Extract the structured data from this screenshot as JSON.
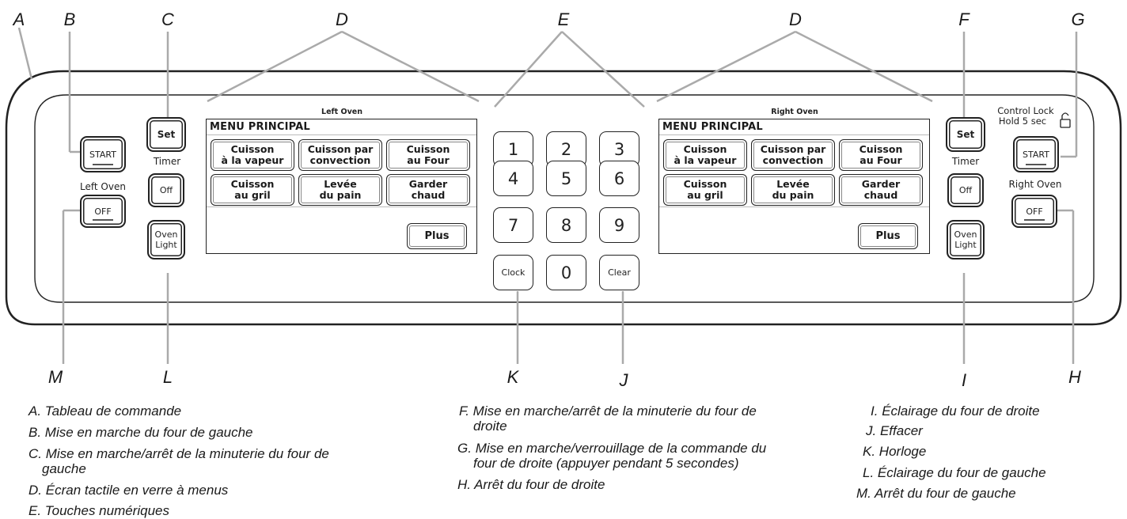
{
  "callouts": {
    "A": "A",
    "B": "B",
    "C": "C",
    "D_left": "D",
    "E": "E",
    "D_right": "D",
    "F": "F",
    "G": "G",
    "M": "M",
    "L": "L",
    "K": "K",
    "J": "J",
    "I": "I",
    "H": "H"
  },
  "left_panel": {
    "start": "START",
    "left_oven_label": "Left Oven",
    "off": "OFF",
    "set": "Set",
    "timer_label": "Timer",
    "timer_off": "Off",
    "oven_light_line1": "Oven",
    "oven_light_line2": "Light"
  },
  "right_panel": {
    "start": "START",
    "control_lock_line1": "Control Lock",
    "control_lock_line2": "Hold 5 sec",
    "right_oven_label": "Right Oven",
    "off": "OFF",
    "set": "Set",
    "timer_label": "Timer",
    "timer_off": "Off",
    "oven_light_line1": "Oven",
    "oven_light_line2": "Light"
  },
  "screens": {
    "left": {
      "label": "Left Oven",
      "title": "MENU PRINCIPAL",
      "buttons": [
        "Cuisson\nà la vapeur",
        "Cuisson par\nconvection",
        "Cuisson\nau Four",
        "Cuisson\nau gril",
        "Levée\ndu pain",
        "Garder\nchaud"
      ],
      "plus": "Plus"
    },
    "right": {
      "label": "Right Oven",
      "title": "MENU PRINCIPAL",
      "buttons": [
        "Cuisson\nà la vapeur",
        "Cuisson par\nconvection",
        "Cuisson\nau Four",
        "Cuisson\nau gril",
        "Levée\ndu pain",
        "Garder\nchaud"
      ],
      "plus": "Plus"
    }
  },
  "keypad": {
    "keys": [
      "1",
      "2",
      "3",
      "4",
      "5",
      "6",
      "7",
      "8",
      "9"
    ],
    "clock": "Clock",
    "zero": "0",
    "clear": "Clear"
  },
  "legend": {
    "col1": [
      {
        "key": "A.",
        "text": "Tableau de commande"
      },
      {
        "key": "B.",
        "text": "Mise en marche du four de gauche"
      },
      {
        "key": "C.",
        "text": "Mise en marche/arrêt de la minuterie du four de",
        "cont": "gauche"
      },
      {
        "key": "D.",
        "text": "Écran tactile en verre à menus"
      },
      {
        "key": "E.",
        "text": "Touches numériques"
      }
    ],
    "col2": [
      {
        "key": "F.",
        "text": "Mise en marche/arrêt de la minuterie du four de",
        "cont": "droite"
      },
      {
        "key": "G.",
        "text": "Mise en marche/verrouillage de la commande du",
        "cont": "four de droite (appuyer pendant 5 secondes)"
      },
      {
        "key": "H.",
        "text": "Arrêt du four de droite"
      }
    ],
    "col3": [
      {
        "key": "I.",
        "text": "Éclairage du four de droite"
      },
      {
        "key": "J.",
        "text": "Effacer"
      },
      {
        "key": "K.",
        "text": "Horloge"
      },
      {
        "key": "L.",
        "text": "Éclairage du four de gauche"
      },
      {
        "key": "M.",
        "text": "Arrêt du four de gauche"
      }
    ]
  }
}
